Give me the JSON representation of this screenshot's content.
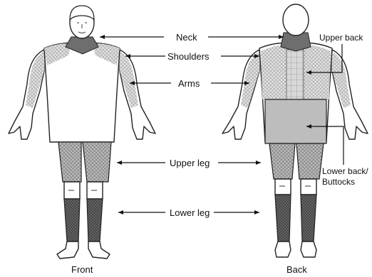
{
  "labels": {
    "neck": "Neck",
    "shoulders": "Shoulders",
    "arms": "Arms",
    "upper_leg": "Upper leg",
    "lower_leg": "Lower leg",
    "upper_back": "Upper back",
    "lower_back_line1": "Lower back/",
    "lower_back_line2": "Buttocks",
    "front": "Front",
    "back": "Back"
  },
  "colors": {
    "outline": "#222222",
    "neck_shade": "#6e6e6e",
    "hatch_light": "#c9c9c9",
    "lower_back_shade": "#bdbdbd",
    "lower_leg_shade": "#5a5a5a"
  }
}
